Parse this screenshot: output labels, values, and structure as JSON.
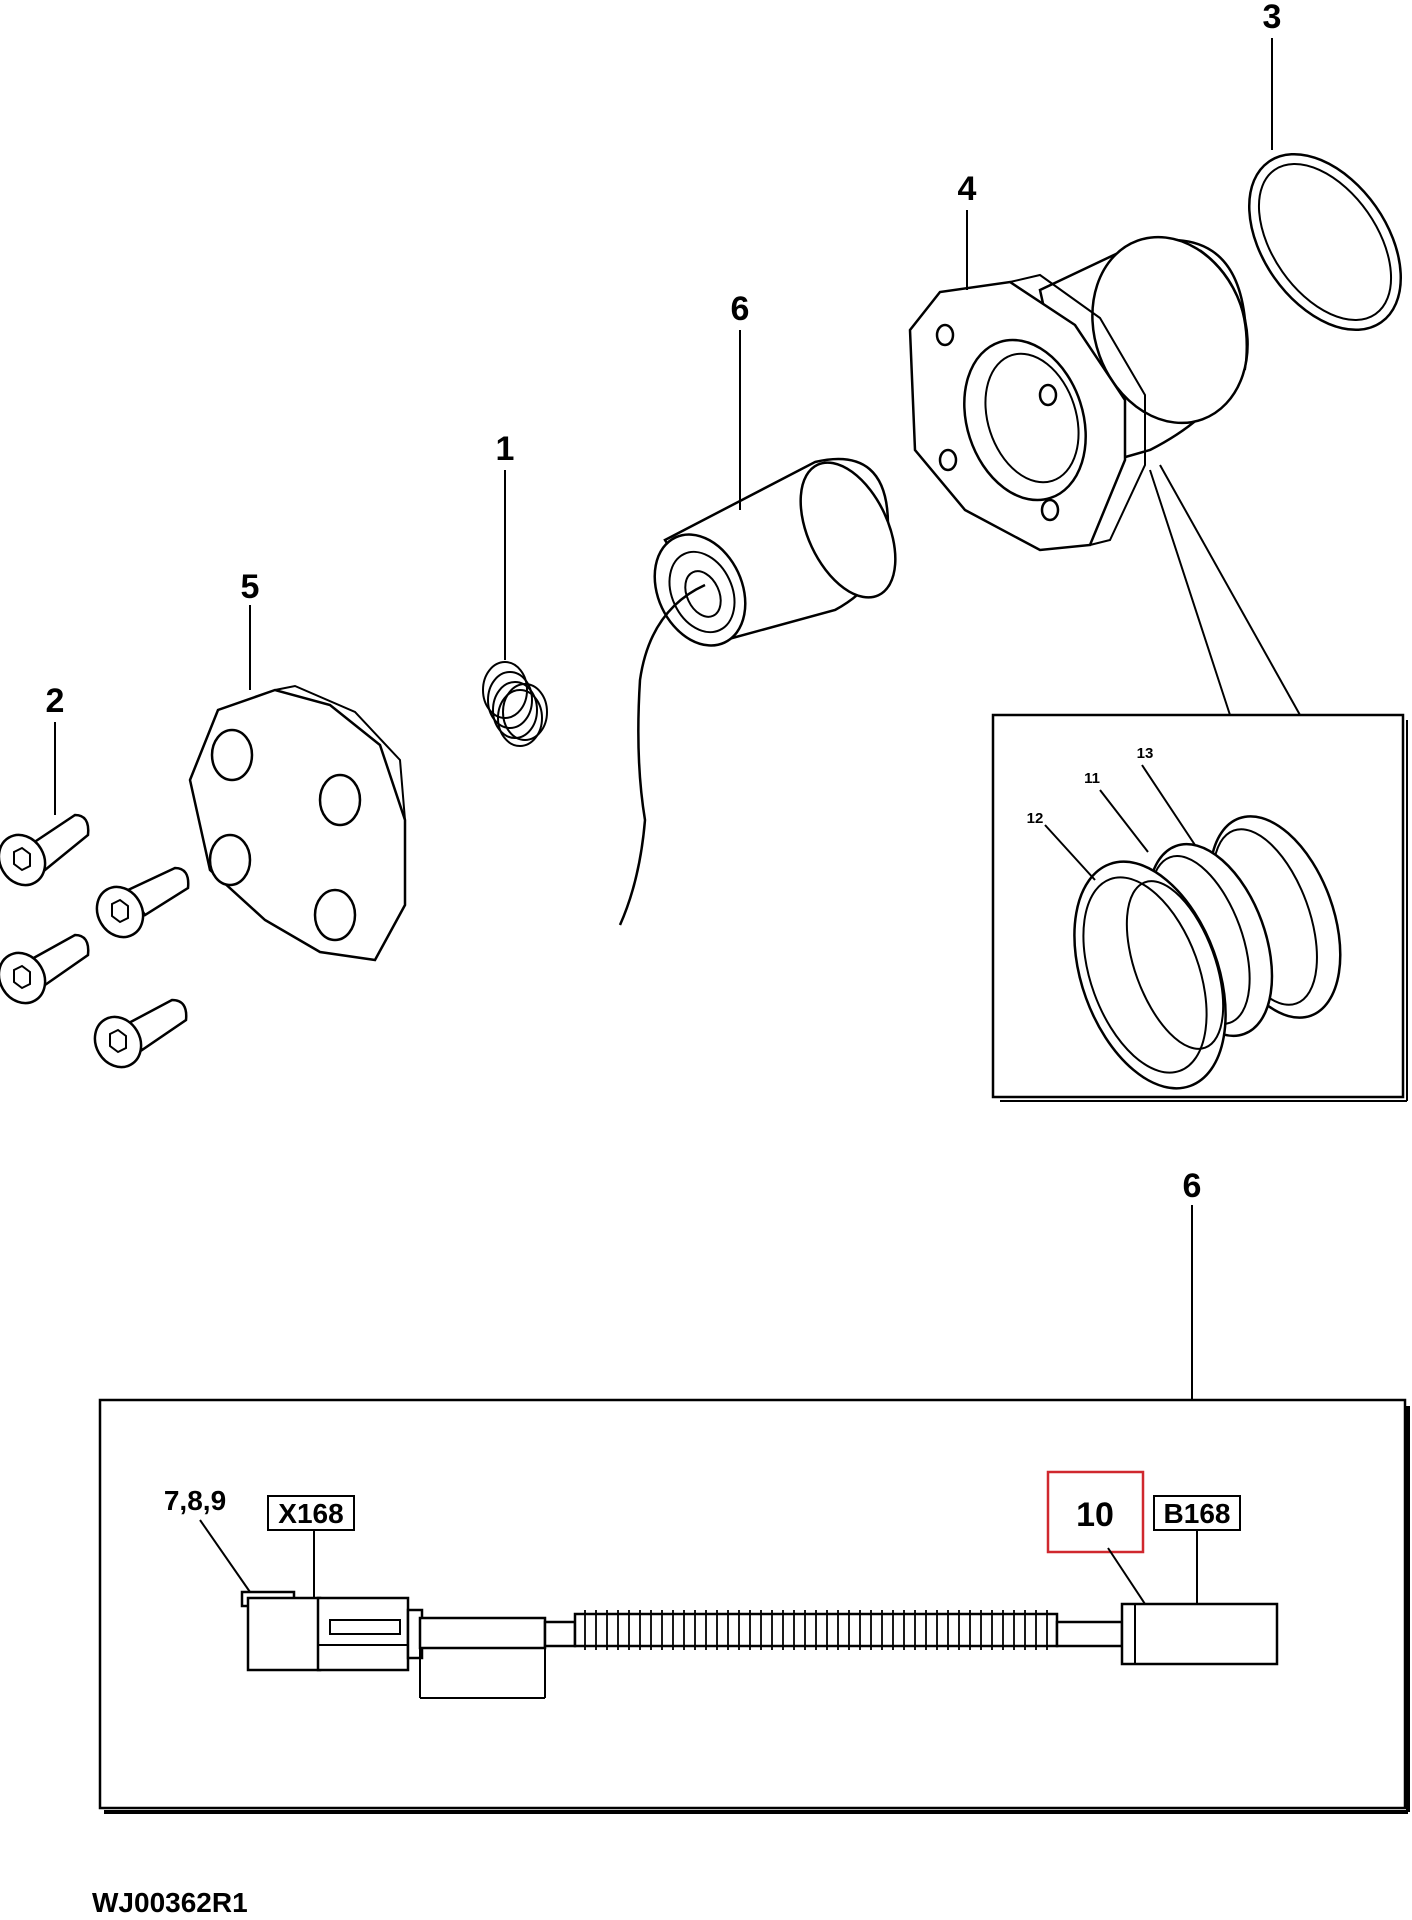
{
  "callouts": {
    "c1": "1",
    "c2": "2",
    "c3": "3",
    "c4": "4",
    "c5": "5",
    "c6_top": "6",
    "c11": "11",
    "c12": "12",
    "c13": "13",
    "c6_bottom": "6",
    "c789": "7,8,9",
    "c10": "10"
  },
  "connector_labels": {
    "left": "X168",
    "right": "B168"
  },
  "figure_ref": "WJ00362R1",
  "colors": {
    "line": "#000000",
    "highlight": "#d0282e",
    "background": "#ffffff"
  }
}
